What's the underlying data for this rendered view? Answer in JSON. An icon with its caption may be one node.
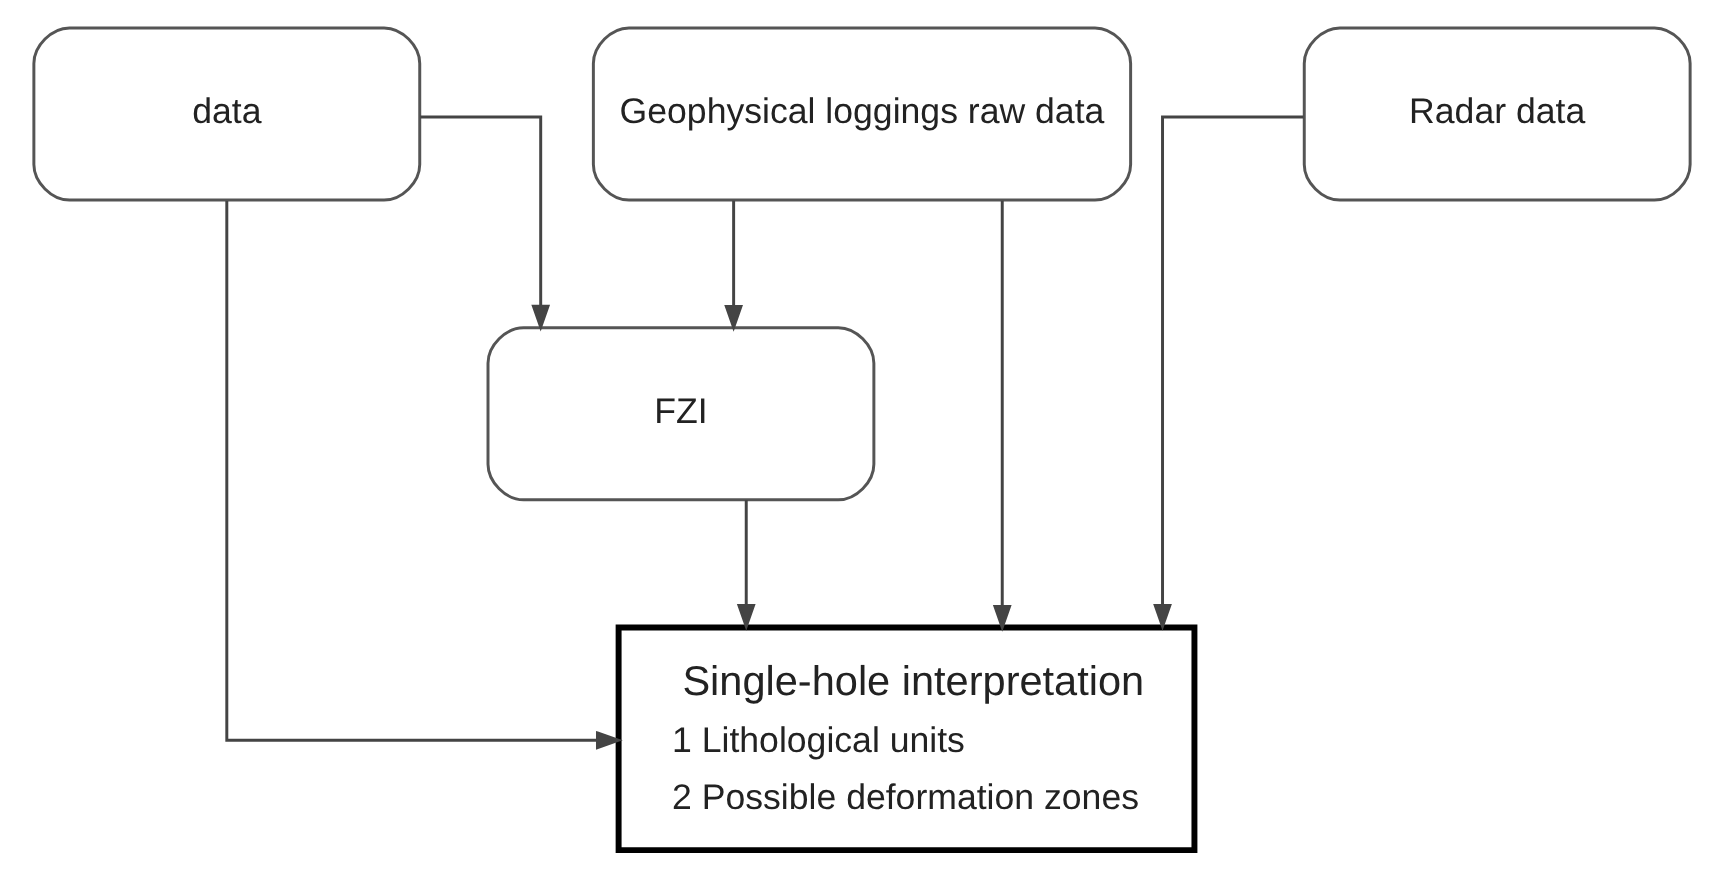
{
  "diagram": {
    "nodes": [
      {
        "text": [
          "data"
        ]
      },
      {
        "text": [
          "Geophysical loggings raw data"
        ]
      },
      {
        "text": [
          "Radar data"
        ]
      },
      {
        "text": [
          "FZI"
        ]
      },
      {
        "text": [
          "Single-hole interpretation",
          "1 Lithological units",
          "2 Possible deformation zones"
        ]
      }
    ],
    "edges": [
      {
        "from": 0,
        "to": 3,
        "arrow": "to"
      },
      {
        "from": 1,
        "to": 3,
        "arrow": "to"
      },
      {
        "from": 0,
        "to": 4,
        "arrow": "to"
      },
      {
        "from": 1,
        "to": 4,
        "arrow": "to"
      },
      {
        "from": 2,
        "to": 4,
        "arrow": "to"
      },
      {
        "from": 3,
        "to": 4,
        "arrow": "to"
      }
    ]
  }
}
